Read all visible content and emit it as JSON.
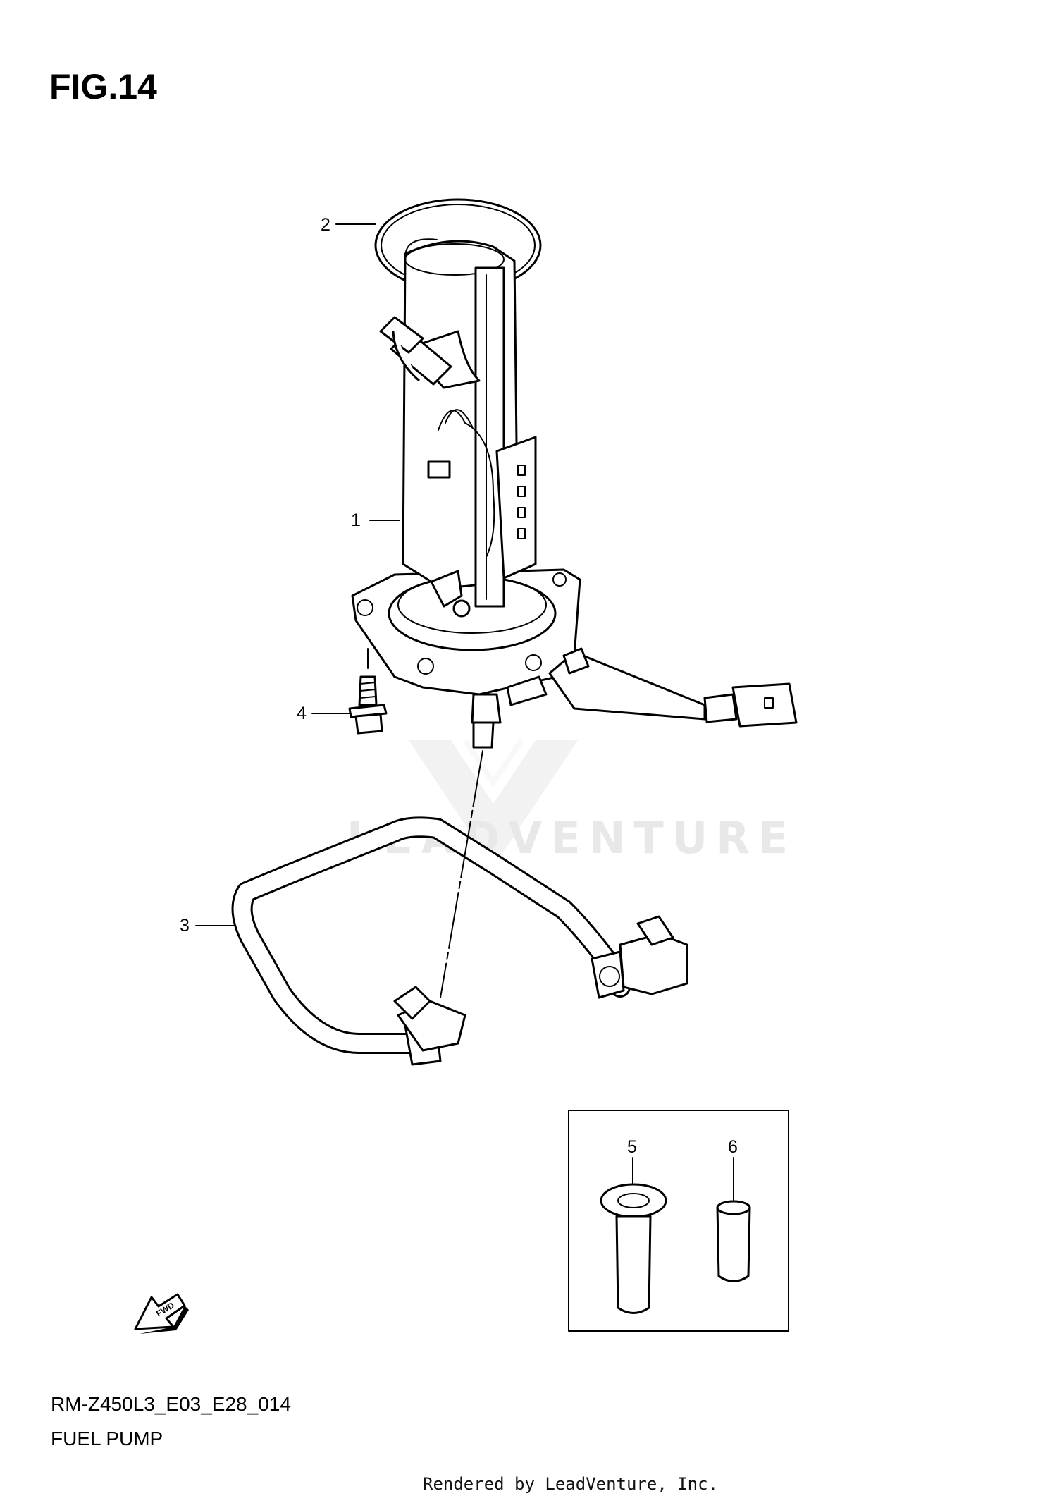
{
  "figure": {
    "title": "FIG.14",
    "model_code": "RM-Z450L3_E03_E28_014",
    "name": "FUEL PUMP"
  },
  "callouts": [
    {
      "id": "1",
      "part": "fuel-pump"
    },
    {
      "id": "2",
      "part": "o-ring"
    },
    {
      "id": "3",
      "part": "fuel-hose"
    },
    {
      "id": "4",
      "part": "bolt"
    },
    {
      "id": "5",
      "part": "plug-cap"
    },
    {
      "id": "6",
      "part": "cap"
    }
  ],
  "direction_badge": {
    "label": "FWD",
    "icon": "fwd-arrow-icon"
  },
  "watermark": {
    "text": "LEADVENTURE",
    "icon": "leadventure-logo-icon"
  },
  "footer": {
    "text": "Rendered by LeadVenture, Inc."
  }
}
